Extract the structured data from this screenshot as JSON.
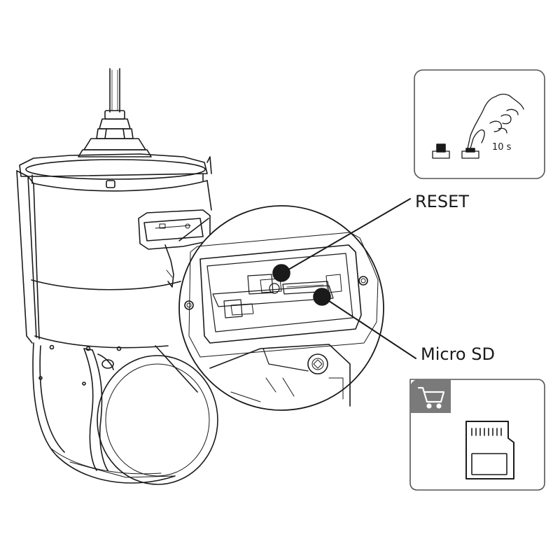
{
  "callouts": {
    "reset_label": "RESET",
    "microsd_label": "Micro SD"
  },
  "reset_panel": {
    "hold_time": "10 s"
  },
  "icons": {
    "hand": "pressing-hand-icon",
    "cart": "shopping-cart-icon",
    "card": "micro-sd-card-icon"
  },
  "colors": {
    "line": "#1a1a1a",
    "badge": "#7a7a7a",
    "panel_border": "#555555"
  }
}
